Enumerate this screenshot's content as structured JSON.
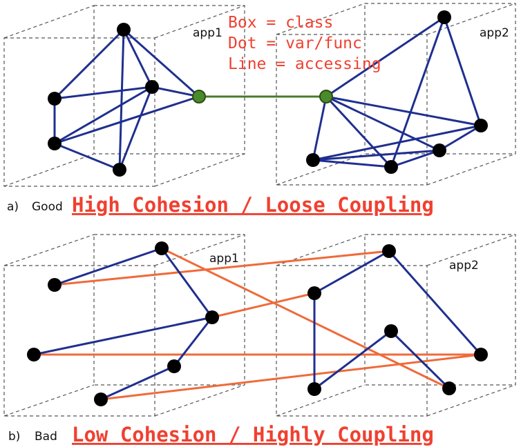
{
  "legend": {
    "line1": "Box = class",
    "line2": "Dot = var/func",
    "line3": "Line = accessing",
    "color": "#f04030"
  },
  "panel_a": {
    "prefix": "a)",
    "tag": "Good",
    "heading": "High Cohesion / Loose Coupling",
    "box1_label": "app1",
    "box2_label": "app2"
  },
  "panel_b": {
    "prefix": "b)",
    "tag": "Bad",
    "heading": "Low Cohesion / Highly Coupling",
    "box1_label": "app1",
    "box2_label": "app2"
  },
  "colors": {
    "internal_link": "#1f2f8f",
    "external_link_good": "#4a7a2a",
    "external_link_bad": "#ef6a3a",
    "interface_node": "#4a8a2a",
    "node": "#000000",
    "box_edge": "#555555",
    "heading": "#f04030"
  }
}
